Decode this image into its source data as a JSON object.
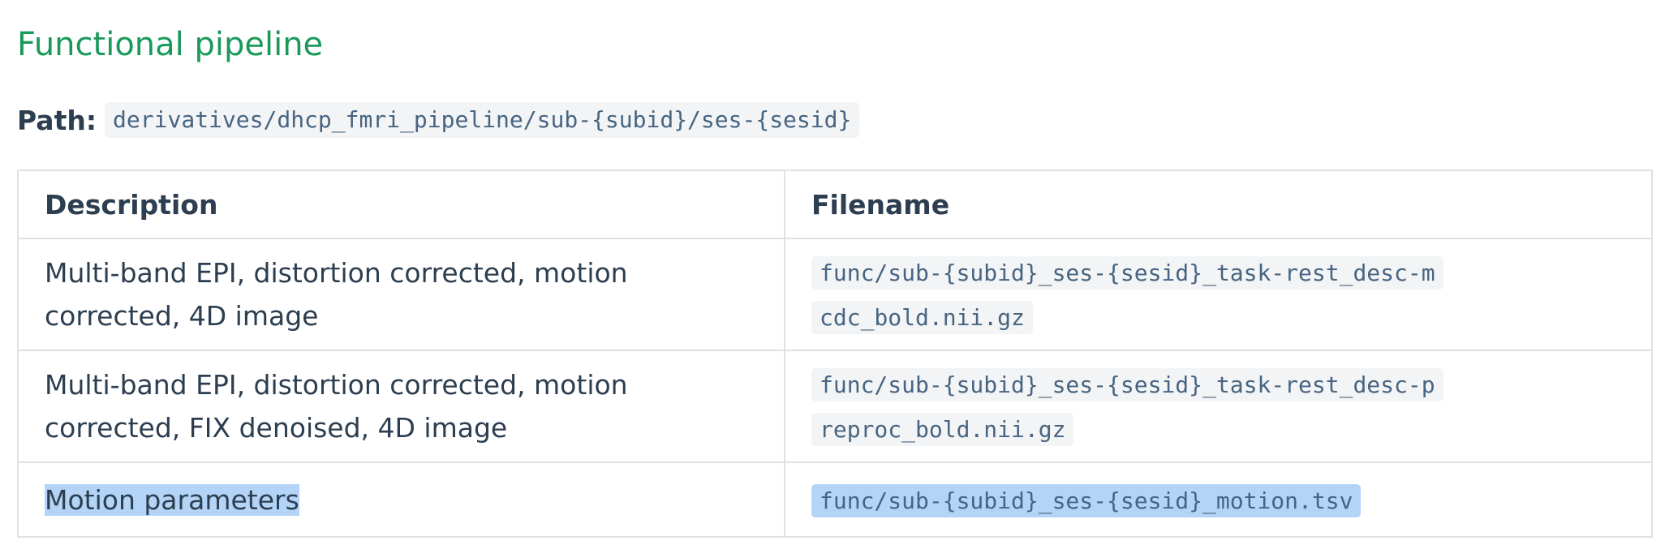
{
  "section": {
    "title": "Functional pipeline"
  },
  "path": {
    "label": "Path:",
    "value": "derivatives/dhcp_fmri_pipeline/sub-{subid}/ses-{sesid}"
  },
  "table": {
    "headers": {
      "description": "Description",
      "filename": "Filename"
    },
    "rows": [
      {
        "description": "Multi-band EPI, distortion corrected, motion corrected, 4D image",
        "filename": "func/sub-{subid}_ses-{sesid}_task-rest_desc-mcdc_bold.nii.gz"
      },
      {
        "description": "Multi-band EPI, distortion corrected, motion corrected, FIX denoised, 4D image",
        "filename": "func/sub-{subid}_ses-{sesid}_task-rest_desc-preproc_bold.nii.gz"
      },
      {
        "description": "Motion parameters",
        "filename": "func/sub-{subid}_ses-{sesid}_motion.tsv"
      }
    ]
  },
  "colors": {
    "title": "#1a9a5a",
    "text": "#2c3e50",
    "code_text": "#476582",
    "code_bg": "#f3f4f5",
    "border": "#dfe2e5",
    "selection": "#b4d4f7"
  }
}
